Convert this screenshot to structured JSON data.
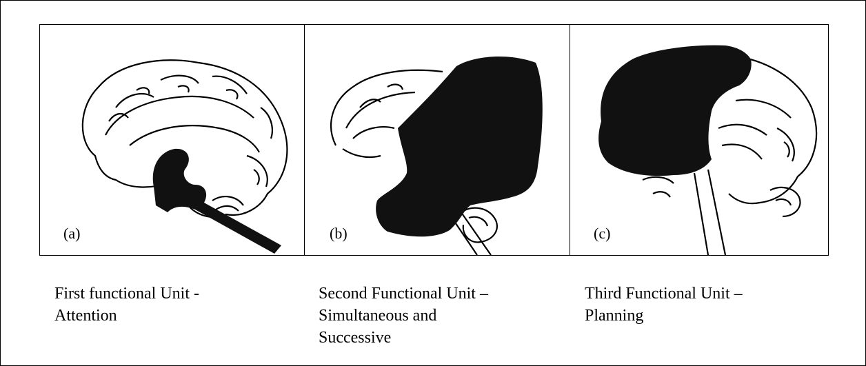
{
  "panels": [
    {
      "label": "(a)",
      "caption": [
        "First functional Unit -",
        "Attention"
      ]
    },
    {
      "label": "(b)",
      "caption": [
        "Second Functional Unit –",
        "Simultaneous and",
        "Successive"
      ]
    },
    {
      "label": "(c)",
      "caption": [
        "Third Functional Unit –",
        "Planning"
      ]
    }
  ],
  "colors": {
    "ink": "#000000",
    "background": "#ffffff",
    "shade": "#111111"
  },
  "icons": [
    "brain-sagittal-illustration"
  ]
}
